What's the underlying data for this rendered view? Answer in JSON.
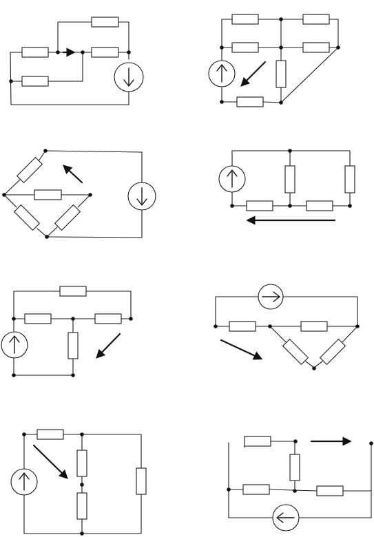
{
  "figure": {
    "diagram_count": 8,
    "colors": {
      "line": "#1a1a1a",
      "background": "#ffffff"
    },
    "element_types": [
      "resistor",
      "node",
      "current-source",
      "arrow"
    ]
  }
}
